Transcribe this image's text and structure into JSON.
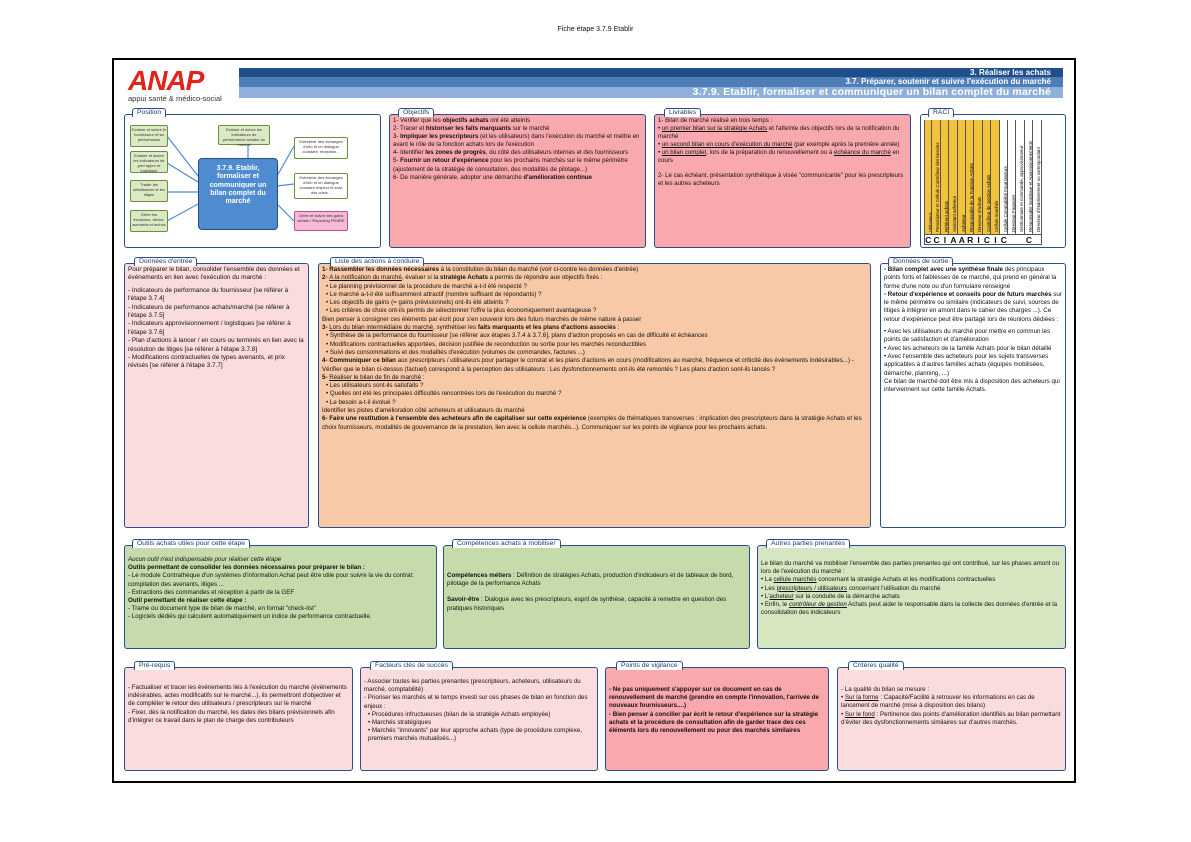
{
  "doc_title": "Fiche étape 3.7.9 Etablir",
  "logo": {
    "word": "ANAP",
    "tagline": "appui santé & médico-social"
  },
  "header": {
    "line1": "3. Réaliser les achats",
    "line2": "3.7. Préparer, soutenir et suivre l'exécution du marché",
    "line3": "3.7.9. Etablir, formaliser et communiquer un bilan complet du marché"
  },
  "position": {
    "tab": "Position",
    "left_nodes": [
      "Evaluer et suivre le fournisseur et sa performance",
      "Evaluer et suivre les indicateurs de perf appro et logistique",
      "Traiter les défaillances et les litiges",
      "Gérer les livraisons, clinics, avenants et techos"
    ],
    "top_node": "Evaluer et suivre les indicateurs de performance achats/ du marché",
    "center": "3.7.9. Etablir, formaliser et communiquer un bilan complet du marché",
    "right_nodes": [
      "Entretenir des échanges d'info et un dialogue constant: réception...",
      "Entretenir des échanges d'info et un dialogue constant respect et suivi des crisis...",
      "Gérer et suivre des gains achats / Reporting PHARE"
    ]
  },
  "objectifs": {
    "tab": "Objectifs",
    "items": [
      {
        "pre": "1- Vérifier que les ",
        "bold": "objectifs achats",
        "post": " ont été atteints"
      },
      {
        "pre": "2- Tracer et ",
        "bold": "historiser les faits marquants",
        "post": " sur le marché"
      },
      {
        "pre": "3- ",
        "bold": "Impliquer les prescripteurs",
        "post": " (et les utilisateurs) dans l'exécution du marché et mettre en avant le rôle de la fonction achats lors de l'exécution"
      },
      {
        "pre": "4- Identifier ",
        "bold": "les zones de progrès",
        "post": ", du côté des utilisateurs internes et des fournisseurs"
      },
      {
        "pre": "5- ",
        "bold": "Fournir un retour d'expérience",
        "post": " pour les prochains marchés sur le même périmètre (ajustement de la stratégie de consultation, des modalités de pilotage...)"
      },
      {
        "pre": "6- De manière générale, adopter une démarche ",
        "bold": "d'amélioration continue",
        "post": ""
      }
    ]
  },
  "livrables": {
    "tab": "Livrables",
    "intro": "1- Bilan de marché réalisé en trois temps :",
    "l1a": "un premier bilan sur la stratégie Achats",
    "l1b": " et l'atteinte des objectifs lors de la notification du marché",
    "l2a": "un second bilan en cours d'exécution du marché",
    "l2b": " (par exemple après la première année)",
    "l3a": "un bilan complet",
    "l3b": ", lors de la préparation du renouvellement ou à ",
    "l3c": "échéance du marché",
    "l3d": " en cours",
    "p2": "2- Le cas échéant, présentation synthétique à visée \"communicante\" pour les prescripteurs et les autres acheteurs"
  },
  "raci": {
    "tab": "RACI",
    "roles": [
      "Utilisateur",
      "Prescripteur et Cellule Contrôleur des besoins",
      "Référent achats",
      "Assistant acheteur",
      "Acheteur",
      "Responsable de la Fonction Achats",
      "Directeur d'achats",
      "Contrôleur de Gestion Achats",
      "Cellule marchés",
      "Cellule Comptabilité Fournisseurs",
      "Directeur Financier",
      "Gestionnaire et commande, approvisionneur",
      "Responsable logistique et Approvisionnements",
      "Directeur d'établissement ou correspondant"
    ],
    "letters": [
      "C",
      "C",
      "I",
      "A",
      "A",
      "R",
      "I",
      "C",
      "I",
      "C",
      "",
      "",
      "C",
      ""
    ]
  },
  "donnees_entree": {
    "tab": "Données d'entrée",
    "intro": "Pour préparer le bilan, consolider l'ensemble des données et événements en lien avec l'exécution du marché :",
    "items": [
      "- Indicateurs de performance du fournisseur [se référer à l'étape 3.7.4]",
      "- Indicateurs de performance achats/marché [se référer à l'étape 3.7.5]",
      "- Indicateurs approvisionnement / logistiques [se référer à l'étape 3.7.6]",
      "- Plan d'actions à lancer / en cours ou terminés en lien avec la résolution de litiges [se référer à l'étape 3.7.8]",
      "- Modifications contractuelles de types avenants, et prix révisés [se référer à l'étape 3.7.7]"
    ]
  },
  "actions": {
    "tab": "Liste des actions à conduire",
    "a1_bold": "1- Rassembler les données nécessaires",
    "a1_rest": " à la constitution du bilan du marché (voir ci-contre les données d'entrée)",
    "a2_num": "2- ",
    "a2_u": "A la notification du marché",
    "a2_mid": ", évaluer si la ",
    "a2_bold": "stratégie Achats",
    "a2_rest": " a permis de répondre aux objectifs fixés :",
    "a2_items": [
      "• Le planning prévisionnel de la procédure de marché a-t-il été respecté ?",
      "• Le marché a-t-il été suffisamment attractif (nombre suffisant de répondants) ?",
      "• Les objectifs de gains (= gains prévisionnels) ont-ils été atteints ?",
      "• Les critères de choix ont-ils permis de sélectionner l'offre la plus économiquement avantageuse ?"
    ],
    "a2_note": "Bien penser à consigner ces éléments par écrit pour s'en souvenir lors des futurs marchés de même nature à passer",
    "a3_num": "3- ",
    "a3_u": "Lors du bilan intermédiaire du marché",
    "a3_mid": ", synthétiser les ",
    "a3_bold": "faits marquants et les plans d'actions associés",
    "a3_rest": " :",
    "a3_items": [
      "• Synthèse de la performance du fournisseur [se référer aux étapes 3.7.4 à 3.7.6], plans d'action proposés en cas de difficulté et échéances",
      "• Modifications contractuelles apportées, décision justifiée de reconduction ou sortie pour les marchés reconductibles",
      "• Suivi des consommations et des modalités d'exécution (volumes de commandes, factures ...)"
    ],
    "a4_bold": "4- Communiquer ce bilan",
    "a4_rest": " aux prescripteurs / utilisateurs pour partager le constat et les plans d'actions en cours (modifications au marché, fréquence et criticité des événements indésirables...) - Vérifier que le bilan ci-dessus (factuel) correspond à la perception des utilisateurs : Les dysfonctionnements ont-ils été remontés ? Les plans d'action sont-ils lancés ?",
    "a5_num": "5- ",
    "a5_u": "Réaliser le bilan de fin de marché",
    "a5_rest": " :",
    "a5_items": [
      "• Les utilisateurs sont-ils satisfaits ?",
      "• Quelles ont été les principales difficultés rencontrées lors de l'exécution du marché ?",
      "• Le besoin a-t-il évolué ?"
    ],
    "a5_note": "Identifier les pistes d'amélioration côté acheteurs et utilisateurs du marché",
    "a6_bold": "6- Faire une restitution à l'ensemble des acheteurs afin de capitaliser sur cette expérience",
    "a6_rest": " (exemples de thématiques transverses : implication des prescripteurs dans la stratégie Achats et les choix fournisseurs, modalités de gouvernance de la prestation, lien avec la cellule marchés...). Communiquer sur les points de vigilance pour les prochains achats."
  },
  "donnees_sortie": {
    "tab": "Données de sortie",
    "b1_bold": "- Bilan complet avec une synthèse finale",
    "b1_rest": " des principaux points forts et faiblesses de ce marché, qui prend en général la forme d'une note ou d'un formulaire renseigné",
    "b2_bold": "- Retour d'expérience et conseils pour de futurs marchés",
    "b2_rest": " sur le même périmètre ou similaire (indicateurs de suivi, sources de litiges à intégrer en amont dans le cahier des charges ...). Ce retour d'expérience peut être partagé lors de réunions dédiées :",
    "items": [
      "• Avec les utilisateurs du marché pour mettre en commun les points de satisfaction et d'amélioration",
      "• Avec les acheteurs de la famille Achats pour le bilan détaillé",
      "• Avec l'ensemble des acheteurs pour les sujets transverses applicables à d'autres familles achats (équipes mobilisées, démarche, planning, ...)"
    ],
    "note": "Ce bilan de marché doit être mis à disposition des acheteurs qui interviennent sur cette famille Achats."
  },
  "outils": {
    "tab": "Outils achats utiles pour cette étape",
    "italic": "Aucun outil n'est indispensable pour réaliser cette étape",
    "h1": "Outils permettant de consolider les données nécessaires pour préparer le bilan :",
    "h1_items": [
      "- Le module Contrathèque d'un systèmes d'information Achat peut être utile pour suivre la vie du contrat: compilation des avenants, litiges ...",
      "- Extractions des commandes et réception à partir de la GEF"
    ],
    "h2": "Outil permettant de réaliser cette étape :",
    "h2_items": [
      "- Trame ou document type de bilan de marché, en format \"check-list\"",
      "- Logiciels dédiés qui calculent automatiquement un indice de performance contractuelle."
    ]
  },
  "competences": {
    "tab": "Compétences achats à mobiliser",
    "c1_bold": "Compétences métiers",
    "c1_rest": " : Définition de stratégies Achats, production d'indicateurs et de tableaux de bord, pilotage de la performance Achats",
    "c2_bold": "Savoir-être",
    "c2_rest": " : Dialogue avec les prescripteurs, esprit de synthèse, capacité à remettre en question des pratiques historiques"
  },
  "autres": {
    "tab": "Autres parties prenantes",
    "intro": "Le bilan du marché va mobiliser l'ensemble des parties prenantes qui ont contribué, sur les phases amont ou lors de l'exécution du marché :",
    "i1a": "• La ",
    "i1u": "cellule marchés",
    "i1b": " concernant la stratégie Achats et les modifications contractuelles",
    "i2a": "• Les ",
    "i2u": "prescripteurs / utilisateurs",
    "i2b": " concernant l'utilisation du marché",
    "i3a": "• L'",
    "i3u": "acheteur",
    "i3b": " sur la conduite de la démarche achats",
    "i4a": "• Enfin, le ",
    "i4u": "contrôleur de gestion",
    "i4b": " Achats peut aider le responsable dans la collecte des données d'entrée et la consolidation des indicateurs"
  },
  "prerequis": {
    "tab": "Pré-requis",
    "items": [
      "- Factualiser et tracer les événements liés à l'exécution du marché (événements indésirables, actes modificatifs sur le marché...), ils permettront d'objectiver et de compléter le retour des utilisateurs / prescripteurs sur le marché",
      "- Fixer, dès la notification du marché, les dates des bilans prévisionnels afin d'intégrer ce travail dans le plan de charge des contributeurs"
    ]
  },
  "facteurs": {
    "tab": "Facteurs clés de succès",
    "items": [
      "- Associer toutes les parties prenantes (prescripteurs, acheteurs, utilisateurs du marché, comptabilité)",
      "- Prioriser les marchés et le temps investi sur ces phases de bilan en fonction des enjeux :"
    ],
    "sub": [
      "• Procédures infructueuses (bilan de la stratégie Achats employée)",
      "• Marchés stratégiques",
      "• Marchés \"innovants\" par leur approche achats (type de procédure complexe, premiers marchés mutualisés...)"
    ]
  },
  "vigilance": {
    "tab": "Points de vigilance",
    "items": [
      "- Ne pas uniquement s'appuyer sur ce document en cas de renouvellement de marché (prendre en compte l'innovation, l'arrivée de nouveaux fournisseurs....)",
      "- Bien penser à concilier par écrit le retour d'expérience sur la stratégie achats et la procédure de consultation afin de garder trace des ces éléments lors du renouvellement ou pour des marchés similaires"
    ]
  },
  "criteres": {
    "tab": "Critères qualité",
    "intro": "- La qualité du bilan se mesure :",
    "f1u": "Sur la forme",
    "f1": " : Capacité/Facilité à retrouver les informations en cas de lancement de marché (mise à disposition des bilans)",
    "f2u": "Sur le fond",
    "f2": " : Pertinence des points d'amélioration identifiés au bilan permettant d'éviter des dysfonctionnements similaires sur d'autres marchés."
  },
  "colors": {
    "header_dark": "#1f4e8a",
    "header_mid": "#4f7db8",
    "header_light": "#8fb1d9",
    "logo_red": "#e2231a",
    "raci_yellow": "#f2c23a"
  }
}
